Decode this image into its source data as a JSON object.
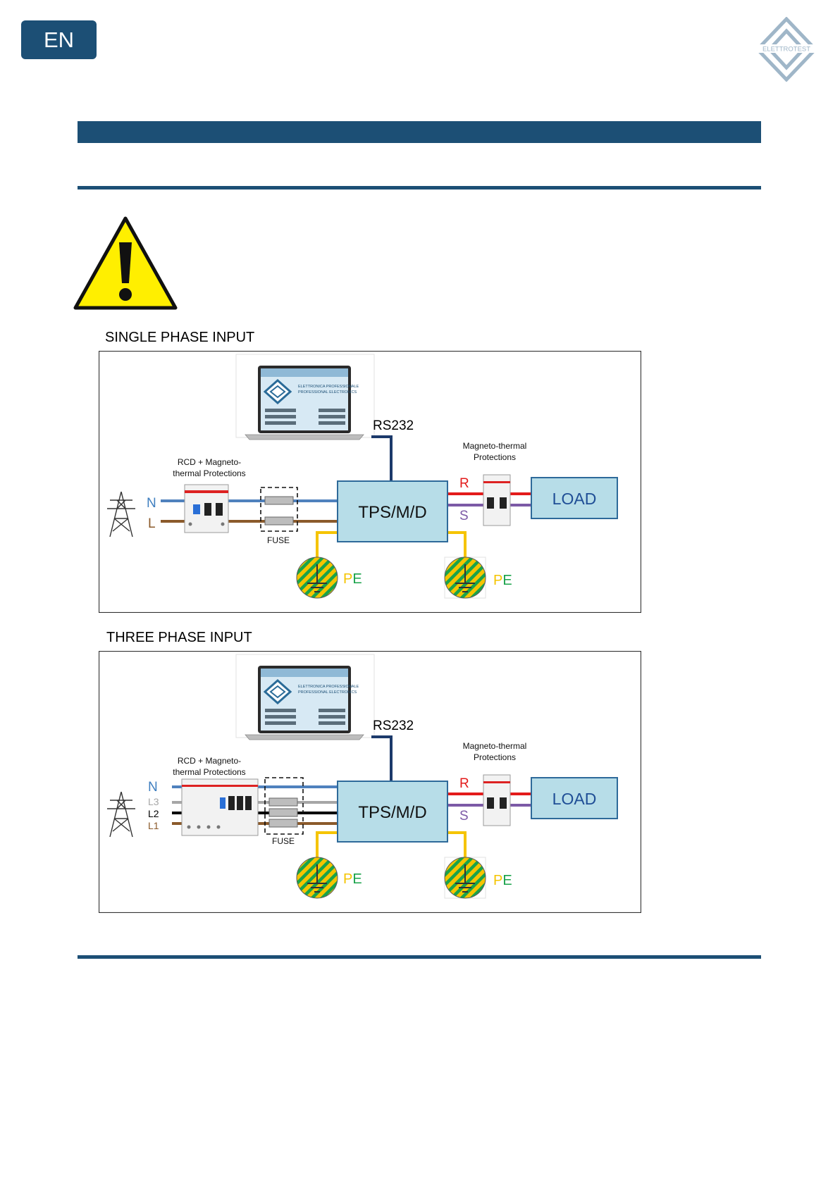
{
  "header": {
    "language": "EN"
  },
  "logo": {
    "text": "ELETTROTEST"
  },
  "diagrams": [
    {
      "title": "SINGLE PHASE INPUT",
      "laptop_screen": [
        "ELETTRONICA PROFESSIONALE",
        "PROFESSIONAL ELECTRONICS"
      ],
      "rs232_label": "RS232",
      "rcd_label": [
        "RCD + Magneto-",
        "thermal Protections"
      ],
      "lines": [
        "N",
        "L"
      ],
      "fuse_label": "FUSE",
      "device_label": "TPS/M/D",
      "output_lines": [
        "R",
        "S"
      ],
      "breaker_label": [
        "Magneto-thermal",
        "Protections"
      ],
      "load_label": "LOAD",
      "pe_letters": [
        "P",
        "E"
      ]
    },
    {
      "title": "THREE PHASE INPUT",
      "laptop_screen": [
        "ELETTRONICA PROFESSIONALE",
        "PROFESSIONAL ELECTRONICS"
      ],
      "rs232_label": "RS232",
      "rcd_label": [
        "RCD + Magneto-",
        "thermal Protections"
      ],
      "lines": [
        "N",
        "L3",
        "L2",
        "L1"
      ],
      "fuse_label": "FUSE",
      "device_label": "TPS/M/D",
      "output_lines": [
        "R",
        "S"
      ],
      "breaker_label": [
        "Magneto-thermal",
        "Protections"
      ],
      "load_label": "LOAD",
      "pe_letters": [
        "P",
        "E"
      ]
    }
  ],
  "colors": {
    "brand": "#1c4f75",
    "neutral": "#4f81bd",
    "line": "#8b5a2b",
    "l3": "#a6a6a6",
    "l2": "#000000",
    "pe": "#f5c400",
    "pe_green": "#19a34a",
    "output_r": "#e31b1b",
    "output_s": "#7c5aa6",
    "device_fill": "#b7dde8",
    "load_text": "#1f4e96"
  }
}
